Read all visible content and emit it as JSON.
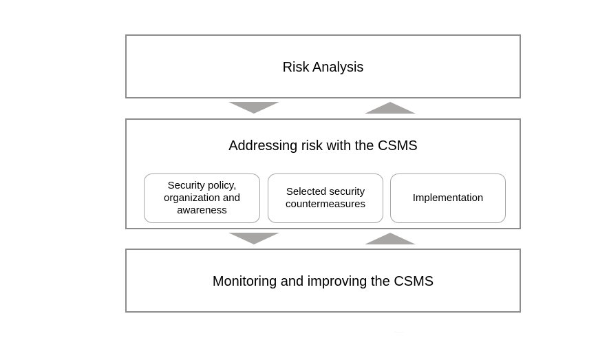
{
  "diagram": {
    "top": {
      "label": "Risk Analysis"
    },
    "middle": {
      "label": "Addressing risk with the CSMS",
      "items": [
        {
          "label": "Security policy, organization and awareness"
        },
        {
          "label": "Selected security countermeasures"
        },
        {
          "label": "Implementation"
        }
      ]
    },
    "bottom": {
      "label": "Monitoring and improving the CSMS"
    },
    "arrows": [
      "down",
      "up",
      "down",
      "up"
    ],
    "footnote": "···· ··· ····"
  }
}
